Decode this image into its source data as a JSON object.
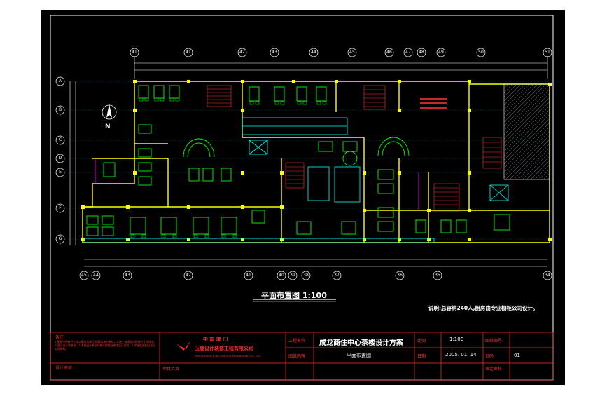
{
  "drawing": {
    "title": "平面布置图 1:100",
    "note": "说明:总容纳240人,厨房由专业橱柜公司设计。",
    "north_label": "N"
  },
  "title_block": {
    "notes_label": "备注",
    "notes_text": "1.图纸中所有尺寸均以毫米为单位,标高以米为单位。2.施工前须核对现场尺寸,如有出入请与设计师联系。3.未经设计单位同意不得擅自修改设计内容。4.本图纸版权归设计公司所有。",
    "design_review_label": "设计审核",
    "company_cn_top": "中 国   厦 门",
    "company_cn": "玉壶设计装修工程有限公司",
    "company_en": "YUHU DESIGN & DECORATION ENGINEERING CO., LTD.",
    "project_lead_label": "项目负责",
    "project_name_label": "工程名称",
    "project_name": "成龙商住中心茶楼设计方案",
    "drawing_content_label": "图纸内容",
    "drawing_content": "平面布置图",
    "scale_label": "比例",
    "scale": "1:100",
    "date_label": "日期",
    "date": "2005. 01. 14",
    "drawing_no_label": "图纸编号",
    "drawing_no": "01",
    "page_label": "页码",
    "audit_label": "审定审核"
  },
  "axes": {
    "top": [
      "41",
      "41",
      "42",
      "43",
      "44",
      "45",
      "46",
      "47",
      "48",
      "49",
      "50",
      "51"
    ],
    "bottom": [
      "45",
      "44",
      "43",
      "42",
      "41",
      "40",
      "39",
      "38",
      "37",
      "36",
      "35",
      "34"
    ],
    "left": [
      "A",
      "B",
      "C",
      "D",
      "E",
      "F",
      "G"
    ]
  },
  "colors": {
    "background": "#000000",
    "frame": "#ffffff",
    "walls": "#ffff00",
    "furniture": "#00ff00",
    "fixtures": "#00ffff",
    "title_red": "#ff3030",
    "partition": "#ff00ff"
  }
}
